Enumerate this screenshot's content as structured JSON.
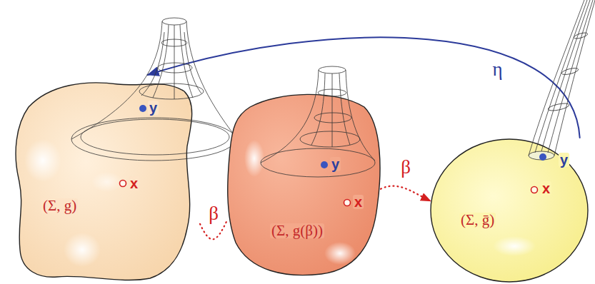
{
  "diagram": {
    "nodes": [
      {
        "text": [
          "y",
          "x",
          "(Σ, g)"
        ]
      },
      {
        "text": [
          "y",
          "x",
          "(Σ, g(β))"
        ]
      },
      {
        "text": [
          "y",
          "x",
          "(Σ, ḡ)"
        ]
      }
    ],
    "edges": [
      {
        "from": 0,
        "to": 1,
        "label": "β",
        "arrow": "none"
      },
      {
        "from": 1,
        "to": 2,
        "label": "β",
        "arrow": "to"
      },
      {
        "from": 2,
        "to": 0,
        "label": "η",
        "arrow": "to"
      }
    ]
  }
}
